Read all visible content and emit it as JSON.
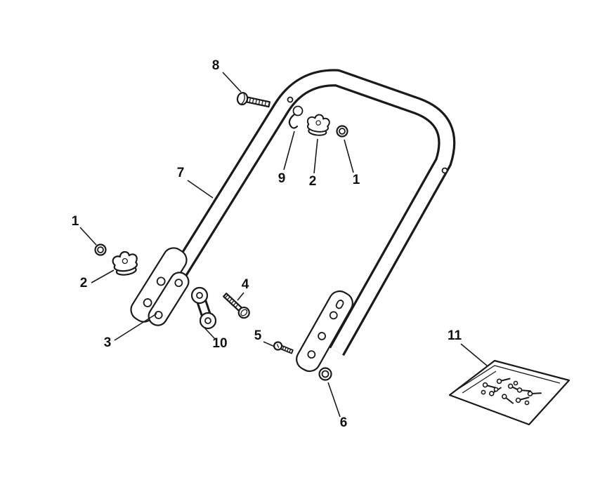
{
  "page": {
    "background_color": "#ffffff",
    "line_color": "#1a1a1a"
  },
  "diagram": {
    "kind": "exploded-parts-diagram",
    "description": "Handle assembly exploded view with numbered part callouts",
    "callouts": [
      {
        "ref": "upper-bolt",
        "label": "8"
      },
      {
        "ref": "handle-tube",
        "label": "7"
      },
      {
        "ref": "cable-clip",
        "label": "9"
      },
      {
        "ref": "upper-wing-knob",
        "label": "2"
      },
      {
        "ref": "upper-flange-nut",
        "label": "1"
      },
      {
        "ref": "left-flange-nut",
        "label": "1"
      },
      {
        "ref": "left-wing-knob",
        "label": "2"
      },
      {
        "ref": "bracket-plate",
        "label": "3"
      },
      {
        "ref": "link-plate",
        "label": "10"
      },
      {
        "ref": "mid-bolt",
        "label": "4"
      },
      {
        "ref": "lower-screw",
        "label": "5"
      },
      {
        "ref": "lower-flange-nut",
        "label": "6"
      },
      {
        "ref": "hardware-bag",
        "label": "11"
      }
    ]
  }
}
